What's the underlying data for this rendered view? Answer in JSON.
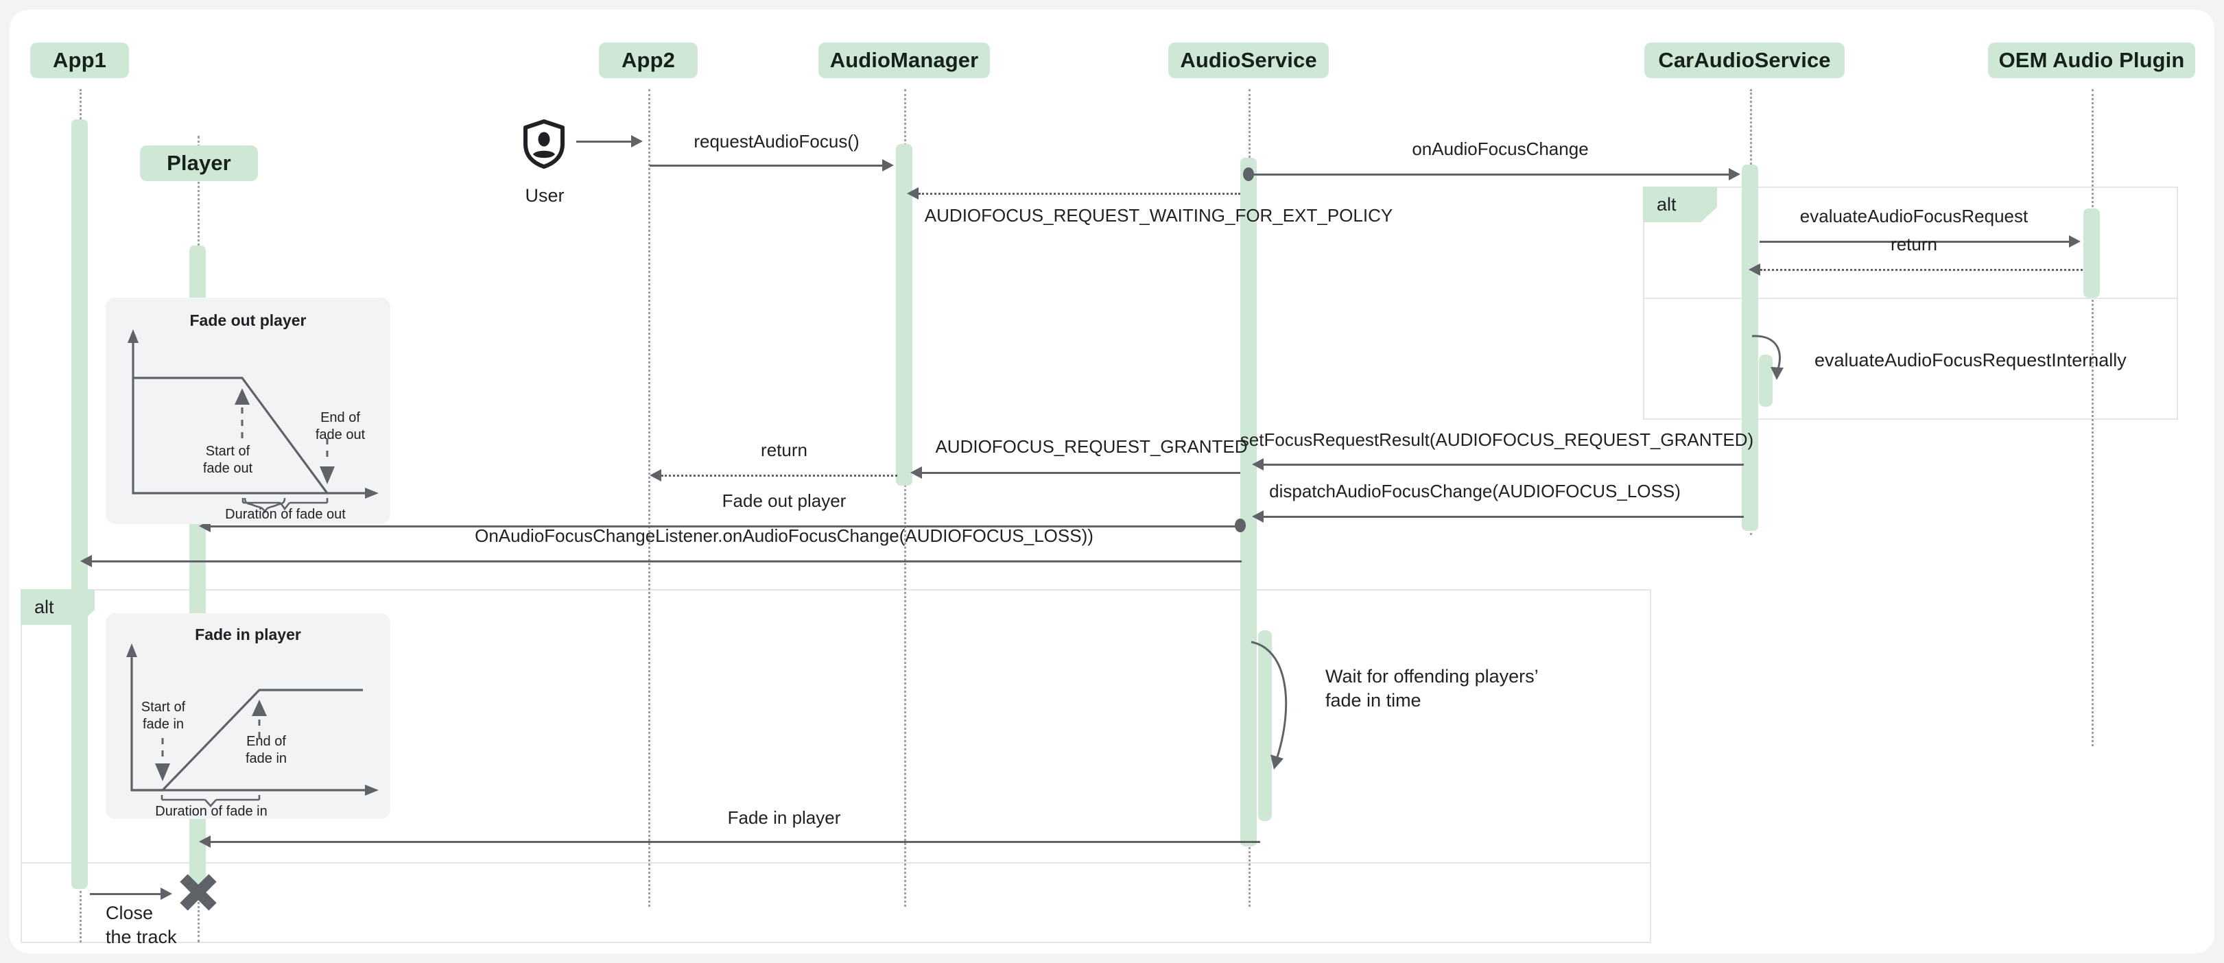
{
  "diagram": {
    "type": "uml-sequence-diagram",
    "title": "Audio focus with fade in / fade out sequence",
    "colors": {
      "participant_fill": "#cfe8d6",
      "note_fill": "#f1f3f4",
      "line": "#5f6368",
      "frame": "#e3e5e8",
      "page_bg": "#f1f3f4",
      "canvas_bg": "#ffffff"
    }
  },
  "participants": [
    {
      "id": "app1",
      "label": "App1"
    },
    {
      "id": "player",
      "label": "Player"
    },
    {
      "id": "app2",
      "label": "App2"
    },
    {
      "id": "audiomgr",
      "label": "AudioManager"
    },
    {
      "id": "audiosvc",
      "label": "AudioService"
    },
    {
      "id": "caraudio",
      "label": "CarAudioService"
    },
    {
      "id": "oemplugin",
      "label": "OEM Audio Plugin"
    }
  ],
  "actor": {
    "icon": "user-shield-icon",
    "label": "User"
  },
  "messages": [
    {
      "id": "m0",
      "label": "",
      "from": "user",
      "to": "app2",
      "kind": "solid"
    },
    {
      "id": "m1",
      "label": "requestAudioFocus()",
      "from": "app2",
      "to": "audiomgr",
      "kind": "solid"
    },
    {
      "id": "m2",
      "label": "onAudioFocusChange",
      "from": "audiosvc",
      "to": "caraudio",
      "kind": "solid-found"
    },
    {
      "id": "m3",
      "label": "AUDIOFOCUS_REQUEST_WAITING_FOR_EXT_POLICY",
      "from": "audiosvc",
      "to": "audiomgr",
      "kind": "dotted-return"
    },
    {
      "id": "m4",
      "label": "evaluateAudioFocusRequest",
      "from": "caraudio",
      "to": "oemplugin",
      "kind": "solid"
    },
    {
      "id": "m5",
      "label": "return",
      "from": "oemplugin",
      "to": "caraudio",
      "kind": "dotted-return"
    },
    {
      "id": "m6",
      "label": "evaluateAudioFocusRequestInternally",
      "from": "caraudio",
      "to": "caraudio",
      "kind": "self"
    },
    {
      "id": "m7",
      "label": "setFocusRequestResult(AUDIOFOCUS_REQUEST_GRANTED)",
      "from": "caraudio",
      "to": "audiosvc",
      "kind": "solid"
    },
    {
      "id": "m8",
      "label": "AUDIOFOCUS_REQUEST_GRANTED",
      "from": "audiosvc",
      "to": "audiomgr",
      "kind": "solid"
    },
    {
      "id": "m9",
      "label": "return",
      "from": "audiomgr",
      "to": "app2",
      "kind": "dotted-return"
    },
    {
      "id": "m10",
      "label": "dispatchAudioFocusChange(AUDIOFOCUS_LOSS)",
      "from": "caraudio",
      "to": "audiosvc",
      "kind": "solid"
    },
    {
      "id": "m11",
      "label": "Fade out player",
      "from": "audiosvc",
      "to": "player",
      "kind": "solid-ball"
    },
    {
      "id": "m12",
      "label": "OnAudioFocusChangeListener.onAudioFocusChange(AUDIOFOCUS_LOSS))",
      "from": "audiosvc",
      "to": "app1",
      "kind": "solid"
    },
    {
      "id": "m13",
      "label": "Wait for offending players’\n fade in time",
      "from": "audiosvc",
      "to": "audiosvc",
      "kind": "self"
    },
    {
      "id": "m14",
      "label": "Fade in player",
      "from": "audiosvc",
      "to": "player",
      "kind": "solid"
    },
    {
      "id": "m15",
      "label": "Close\nthe track",
      "from": "app1",
      "to": "player",
      "kind": "solid-destroy"
    }
  ],
  "fragments": [
    {
      "id": "alt-right",
      "label": "alt",
      "operands": 2
    },
    {
      "id": "alt-left",
      "label": "alt",
      "operands": 2
    }
  ],
  "notes": [
    {
      "id": "fade-out-note",
      "chart_data": {
        "type": "line",
        "title": "Fade out player",
        "x": [
          0,
          0.45,
          0.85
        ],
        "y": [
          1,
          1,
          0
        ],
        "annotations": [
          {
            "text": "Start of\nfade out",
            "target": "knee-start"
          },
          {
            "text": "End of\nfade out",
            "target": "knee-end"
          },
          {
            "text": "Duration of fade out",
            "target": "brace-x-span"
          }
        ],
        "xlabel": "",
        "ylabel": "",
        "grid": false,
        "legend": null
      }
    },
    {
      "id": "fade-in-note",
      "chart_data": {
        "type": "line",
        "title": "Fade in player",
        "x": [
          0,
          0.18,
          0.62,
          1
        ],
        "y": [
          0,
          0,
          1,
          1
        ],
        "annotations": [
          {
            "text": "Start of\nfade in",
            "target": "knee-start"
          },
          {
            "text": "End of\nfade in",
            "target": "knee-end"
          },
          {
            "text": "Duration of fade in",
            "target": "brace-x-span"
          }
        ],
        "xlabel": "",
        "ylabel": "",
        "grid": false,
        "legend": null
      }
    }
  ]
}
